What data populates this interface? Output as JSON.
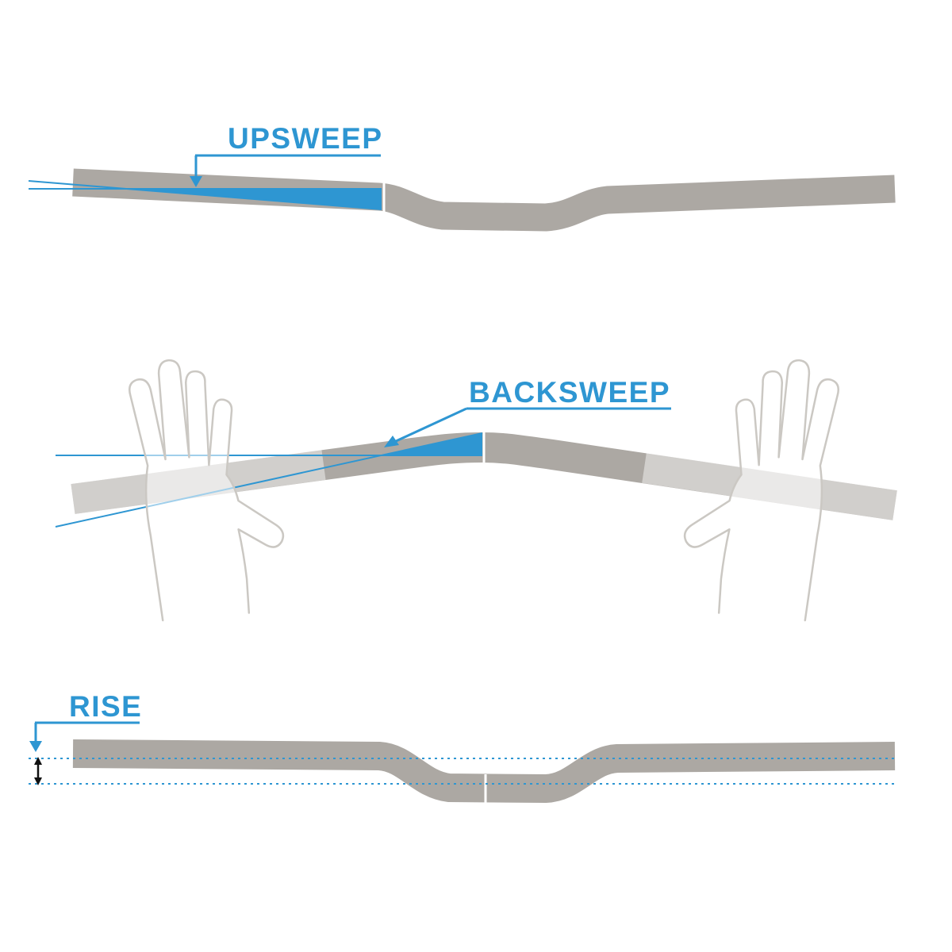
{
  "diagram": {
    "labels": {
      "upsweep": "UPSWEEP",
      "backsweep": "BACKSWEEP",
      "rise": "RISE"
    },
    "colors": {
      "accent_blue": "#2E96D2",
      "bar_gray": "#ACA8A3",
      "hand_outline": "#CBC8C3",
      "arrow_black": "#111111",
      "background": "#FFFFFF"
    }
  }
}
